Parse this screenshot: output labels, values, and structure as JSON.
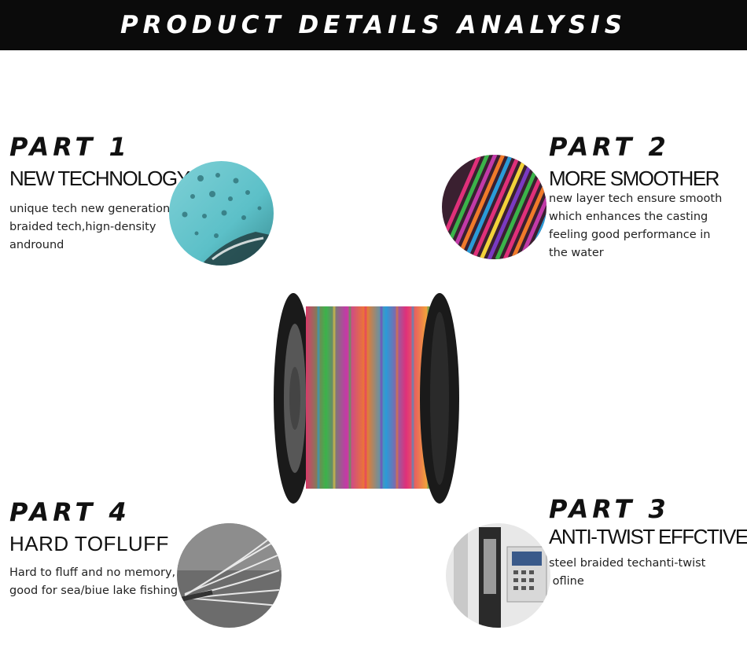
{
  "banner": {
    "title": "PRODUCT DETAILS ANALYSIS"
  },
  "parts": [
    {
      "number": "PART 1",
      "heading": "NEW TECHNOLOGY",
      "lines": [
        "unique tech new generation",
        "braided tech,hign-density",
        "andround"
      ],
      "image": "water-droplets-line-closeup"
    },
    {
      "number": "PART 2",
      "heading": "MORE SMOOTHER",
      "lines": [
        "new layer tech ensure smooth",
        "which enhances the casting",
        "feeling good performance in",
        "the water"
      ],
      "image": "multicolor-braid-closeup"
    },
    {
      "number": "PART 3",
      "heading": "ANTI-TWIST EFFCTIVELV",
      "lines": [
        "steel braided techanti-twist",
        " ofline"
      ],
      "image": "braiding-machine-photo"
    },
    {
      "number": "PART 4",
      "heading": "HARD TOFLUFF",
      "lines": [
        "Hard to fluff and no memory,",
        "good for sea/biue lake fishing"
      ],
      "image": "frayed-fiber-closeup"
    }
  ],
  "product": {
    "image": "multicolor-braided-line-spool"
  },
  "colors": {
    "banner_bg": "#0b0b0b",
    "banner_text": "#ffffff",
    "spool_flange": "#1a1a1a"
  }
}
